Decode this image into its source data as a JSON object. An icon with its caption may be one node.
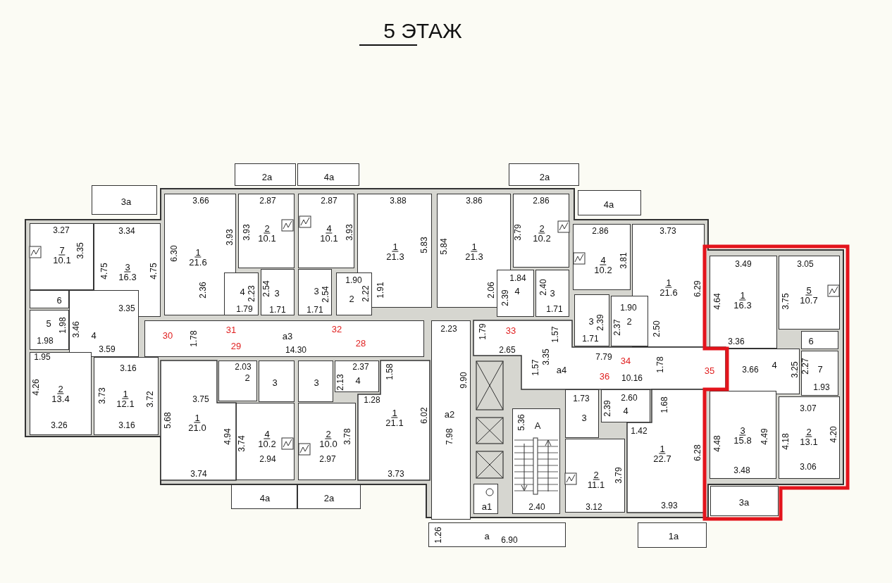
{
  "diagram": {
    "title": "5 ЭТАЖ",
    "nodes": [
      {
        "text": [
          "3a"
        ]
      },
      {
        "text": [
          "2a"
        ]
      },
      {
        "text": [
          "4a"
        ]
      },
      {
        "text": [
          "2a"
        ]
      },
      {
        "text": [
          "4a"
        ]
      },
      {
        "text": [
          "7",
          "10.1"
        ]
      },
      {
        "text": [
          "3",
          "16.3"
        ]
      },
      {
        "text": [
          "1",
          "21.6"
        ]
      },
      {
        "text": [
          "2",
          "10.1"
        ]
      },
      {
        "text": [
          "4",
          "10.1"
        ]
      },
      {
        "text": [
          "1",
          "21.3"
        ]
      },
      {
        "text": [
          "1",
          "21.3"
        ]
      },
      {
        "text": [
          "2",
          "10.2"
        ]
      },
      {
        "text": [
          "4",
          "10.2"
        ]
      },
      {
        "text": [
          "1",
          "21.6"
        ]
      },
      {
        "text": [
          "1",
          "16.3"
        ]
      },
      {
        "text": [
          "5",
          "10.7"
        ]
      },
      {
        "text": [
          "4"
        ]
      },
      {
        "text": [
          "3"
        ]
      },
      {
        "text": [
          "3"
        ]
      },
      {
        "text": [
          "2"
        ]
      },
      {
        "text": [
          "4"
        ]
      },
      {
        "text": [
          "3"
        ]
      },
      {
        "text": [
          "6"
        ]
      },
      {
        "text": [
          "3"
        ]
      },
      {
        "text": [
          "2"
        ]
      },
      {
        "text": [
          "5"
        ]
      },
      {
        "text": [
          "4"
        ]
      },
      {
        "text": [
          "a3"
        ]
      },
      {
        "text": [
          "a2"
        ]
      },
      {
        "text": [
          "a4"
        ]
      },
      {
        "text": [
          "6"
        ]
      },
      {
        "text": [
          "4"
        ]
      },
      {
        "text": [
          "7"
        ]
      },
      {
        "text": [
          "2",
          "13.4"
        ]
      },
      {
        "text": [
          "1",
          "12.1"
        ]
      },
      {
        "text": [
          "2"
        ]
      },
      {
        "text": [
          "3"
        ]
      },
      {
        "text": [
          "3"
        ]
      },
      {
        "text": [
          "4"
        ]
      },
      {
        "text": [
          "1",
          "21.0"
        ]
      },
      {
        "text": [
          "1",
          "21.1"
        ]
      },
      {
        "text": [
          "3"
        ]
      },
      {
        "text": [
          "4"
        ]
      },
      {
        "text": [
          "4",
          "10.2"
        ]
      },
      {
        "text": [
          "2",
          "10.0"
        ]
      },
      {
        "text": [
          "1",
          "22.7"
        ]
      },
      {
        "text": [
          "3",
          "15.8"
        ]
      },
      {
        "text": [
          "2",
          "13.1"
        ]
      },
      {
        "text": [
          "A"
        ]
      },
      {
        "text": [
          "2",
          "11.1"
        ]
      },
      {
        "text": [
          "a1"
        ]
      },
      {
        "text": [
          "4a"
        ]
      },
      {
        "text": [
          "2a"
        ]
      },
      {
        "text": [
          "3a"
        ]
      },
      {
        "text": [
          "a"
        ]
      },
      {
        "text": [
          "1a"
        ]
      }
    ],
    "labels": [
      "3.27",
      "3.35",
      "3.34",
      "3.66",
      "2.87",
      "2.87",
      "3.88",
      "3.86",
      "2.86",
      "6.30",
      "3.93",
      "3.93",
      "3.93",
      "5.83",
      "5.84",
      "3.79",
      "2.86",
      "3.73",
      "3.49",
      "3.05",
      "4.75",
      "4.75",
      "3.81",
      "4.64",
      "3.75",
      "6.29",
      "1.90",
      "1.84",
      "2.36",
      "2.23",
      "2.54",
      "2.54",
      "2.22",
      "1.91",
      "2.06",
      "2.39",
      "2.40",
      "3.35",
      "1.79",
      "1.71",
      "1.71",
      "1.71",
      "1.90",
      "2.39",
      "2.37",
      "2.50",
      "1.71",
      "3.36",
      "1.98",
      "3.46",
      "1.98",
      "3.59",
      "30",
      "31",
      "1.78",
      "29",
      "14.30",
      "32",
      "28",
      "2.23",
      "1.79",
      "33",
      "1.57",
      "2.65",
      "3.35",
      "7.79",
      "34",
      "1.57",
      "1.78",
      "36",
      "10.16",
      "35",
      "3.66",
      "3.25",
      "2.27",
      "1.93",
      "1.95",
      "3.16",
      "2.03",
      "2.37",
      "1.58",
      "2.13",
      "9.90",
      "4.26",
      "3.73",
      "3.72",
      "3.75",
      "1.28",
      "1.73",
      "2.39",
      "2.60",
      "1.68",
      "3.07",
      "3.26",
      "3.16",
      "5.68",
      "4.94",
      "3.74",
      "3.78",
      "6.02",
      "7.98",
      "5.36",
      "1.42",
      "6.28",
      "4.48",
      "4.49",
      "4.18",
      "4.20",
      "2.94",
      "2.97",
      "3.79",
      "3.06",
      "3.48",
      "3.74",
      "3.73",
      "2.40",
      "3.12",
      "3.93",
      "1.26",
      "6.90"
    ]
  }
}
